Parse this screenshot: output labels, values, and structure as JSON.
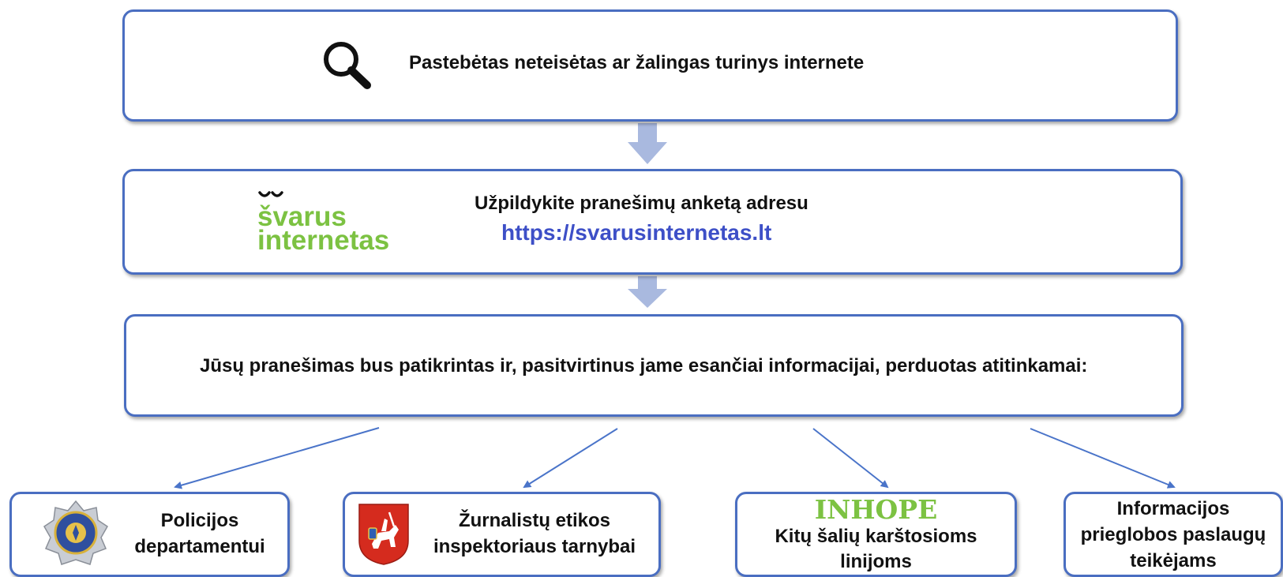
{
  "steps": {
    "step1": {
      "text": "Pastebėtas neteisėtas ar žalingas turinys internete",
      "icon": "magnifier-icon"
    },
    "step2": {
      "logo_line1": "švarus",
      "logo_line2": "internetas",
      "instruction": "Užpildykite pranešimų anketą adresu",
      "url": "https://svarusinternetas.lt",
      "logo_color": "#7cc242",
      "url_color": "#3d4fc7"
    },
    "step3": {
      "text": "Jūsų pranešimas bus patikrintas ir, pasitvirtinus jame esančiai informacijai, perduotas atitinkamai:"
    }
  },
  "recipients": [
    {
      "line1": "Policijos",
      "line2": "departamentui",
      "icon": "police-badge-icon"
    },
    {
      "line1": "Žurnalistų etikos",
      "line2": "inspektoriaus tarnybai",
      "icon": "lithuania-coat-of-arms-icon"
    },
    {
      "logo": "INHOPE",
      "line1": "Kitų šalių karštosioms",
      "line2": "linijoms",
      "logo_color": "#7cc242"
    },
    {
      "line1": "Informacijos",
      "line2": "prieglobos paslaugų",
      "line3": "teikėjams"
    }
  ],
  "colors": {
    "border": "#4a6ec1",
    "arrow": "#a9b9df",
    "connector": "#4a74c9"
  }
}
